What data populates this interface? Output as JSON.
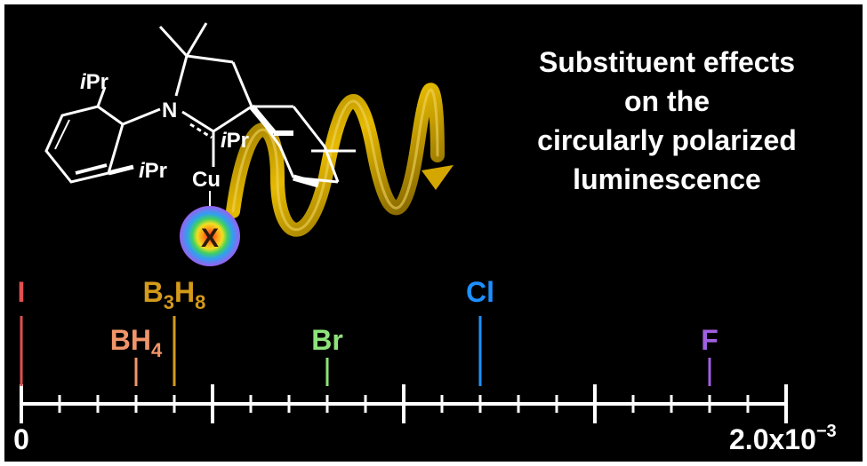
{
  "title_lines": [
    "Substituent effects",
    "on the",
    "circularly polarized",
    "luminescence"
  ],
  "molecule": {
    "ipr_top": "Pr",
    "ipr_right": "Pr",
    "ipr_mid": "Pr",
    "italic_i": "i",
    "nitrogen": "N",
    "copper": "Cu",
    "ligand": "X"
  },
  "axis": {
    "min_label": "0",
    "max_label_base": "2.0x10",
    "max_label_exp": "−3",
    "min": 0,
    "max": 0.002,
    "minor_step": 0.0001,
    "major_step": 0.0005
  },
  "markers": [
    {
      "label": "I",
      "value": 0.0,
      "color": "#e05050",
      "level": "high"
    },
    {
      "label": "BH",
      "sub1": "4",
      "value": 0.0003,
      "color": "#f0956a",
      "level": "low"
    },
    {
      "label": "B",
      "sub1": "3",
      "mid": "H",
      "sub2": "8",
      "value": 0.0004,
      "color": "#d49a1a",
      "level": "high"
    },
    {
      "label": "Br",
      "value": 0.0008,
      "color": "#8ee27a",
      "level": "low"
    },
    {
      "label": "Cl",
      "value": 0.0012,
      "color": "#1e90ff",
      "level": "high"
    },
    {
      "label": "F",
      "value": 0.0018,
      "color": "#a060e0",
      "level": "low"
    }
  ]
}
